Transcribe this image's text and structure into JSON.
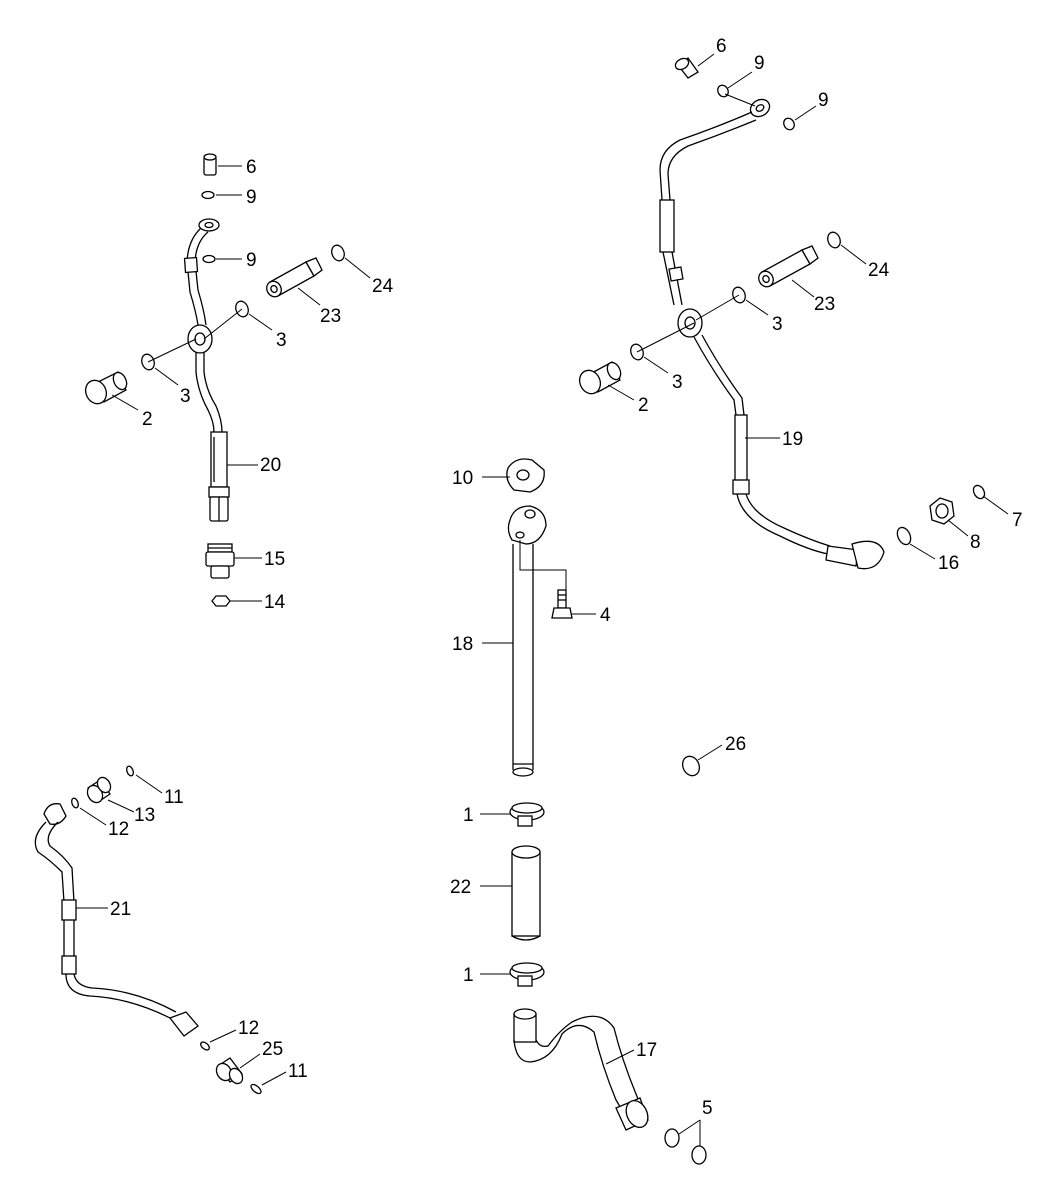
{
  "diagram": {
    "callouts": [
      {
        "id": "c6a",
        "text": "6"
      },
      {
        "id": "c9a",
        "text": "9"
      },
      {
        "id": "c9b",
        "text": "9"
      },
      {
        "id": "c24a",
        "text": "24"
      },
      {
        "id": "c23a",
        "text": "23"
      },
      {
        "id": "c3a",
        "text": "3"
      },
      {
        "id": "c3b",
        "text": "3"
      },
      {
        "id": "c2a",
        "text": "2"
      },
      {
        "id": "c20",
        "text": "20"
      },
      {
        "id": "c15",
        "text": "15"
      },
      {
        "id": "c14",
        "text": "14"
      },
      {
        "id": "c6b",
        "text": "6"
      },
      {
        "id": "c9c",
        "text": "9"
      },
      {
        "id": "c9d",
        "text": "9"
      },
      {
        "id": "c24b",
        "text": "24"
      },
      {
        "id": "c23b",
        "text": "23"
      },
      {
        "id": "c3c",
        "text": "3"
      },
      {
        "id": "c3d",
        "text": "3"
      },
      {
        "id": "c2b",
        "text": "2"
      },
      {
        "id": "c19",
        "text": "19"
      },
      {
        "id": "c7",
        "text": "7"
      },
      {
        "id": "c8",
        "text": "8"
      },
      {
        "id": "c16",
        "text": "16"
      },
      {
        "id": "c10",
        "text": "10"
      },
      {
        "id": "c4",
        "text": "4"
      },
      {
        "id": "c18",
        "text": "18"
      },
      {
        "id": "c26",
        "text": "26"
      },
      {
        "id": "c1a",
        "text": "1"
      },
      {
        "id": "c22",
        "text": "22"
      },
      {
        "id": "c1b",
        "text": "1"
      },
      {
        "id": "c17",
        "text": "17"
      },
      {
        "id": "c5",
        "text": "5"
      },
      {
        "id": "c11a",
        "text": "11"
      },
      {
        "id": "c13",
        "text": "13"
      },
      {
        "id": "c12a",
        "text": "12"
      },
      {
        "id": "c21",
        "text": "21"
      },
      {
        "id": "c12b",
        "text": "12"
      },
      {
        "id": "c25",
        "text": "25"
      },
      {
        "id": "c11b",
        "text": "11"
      }
    ]
  }
}
